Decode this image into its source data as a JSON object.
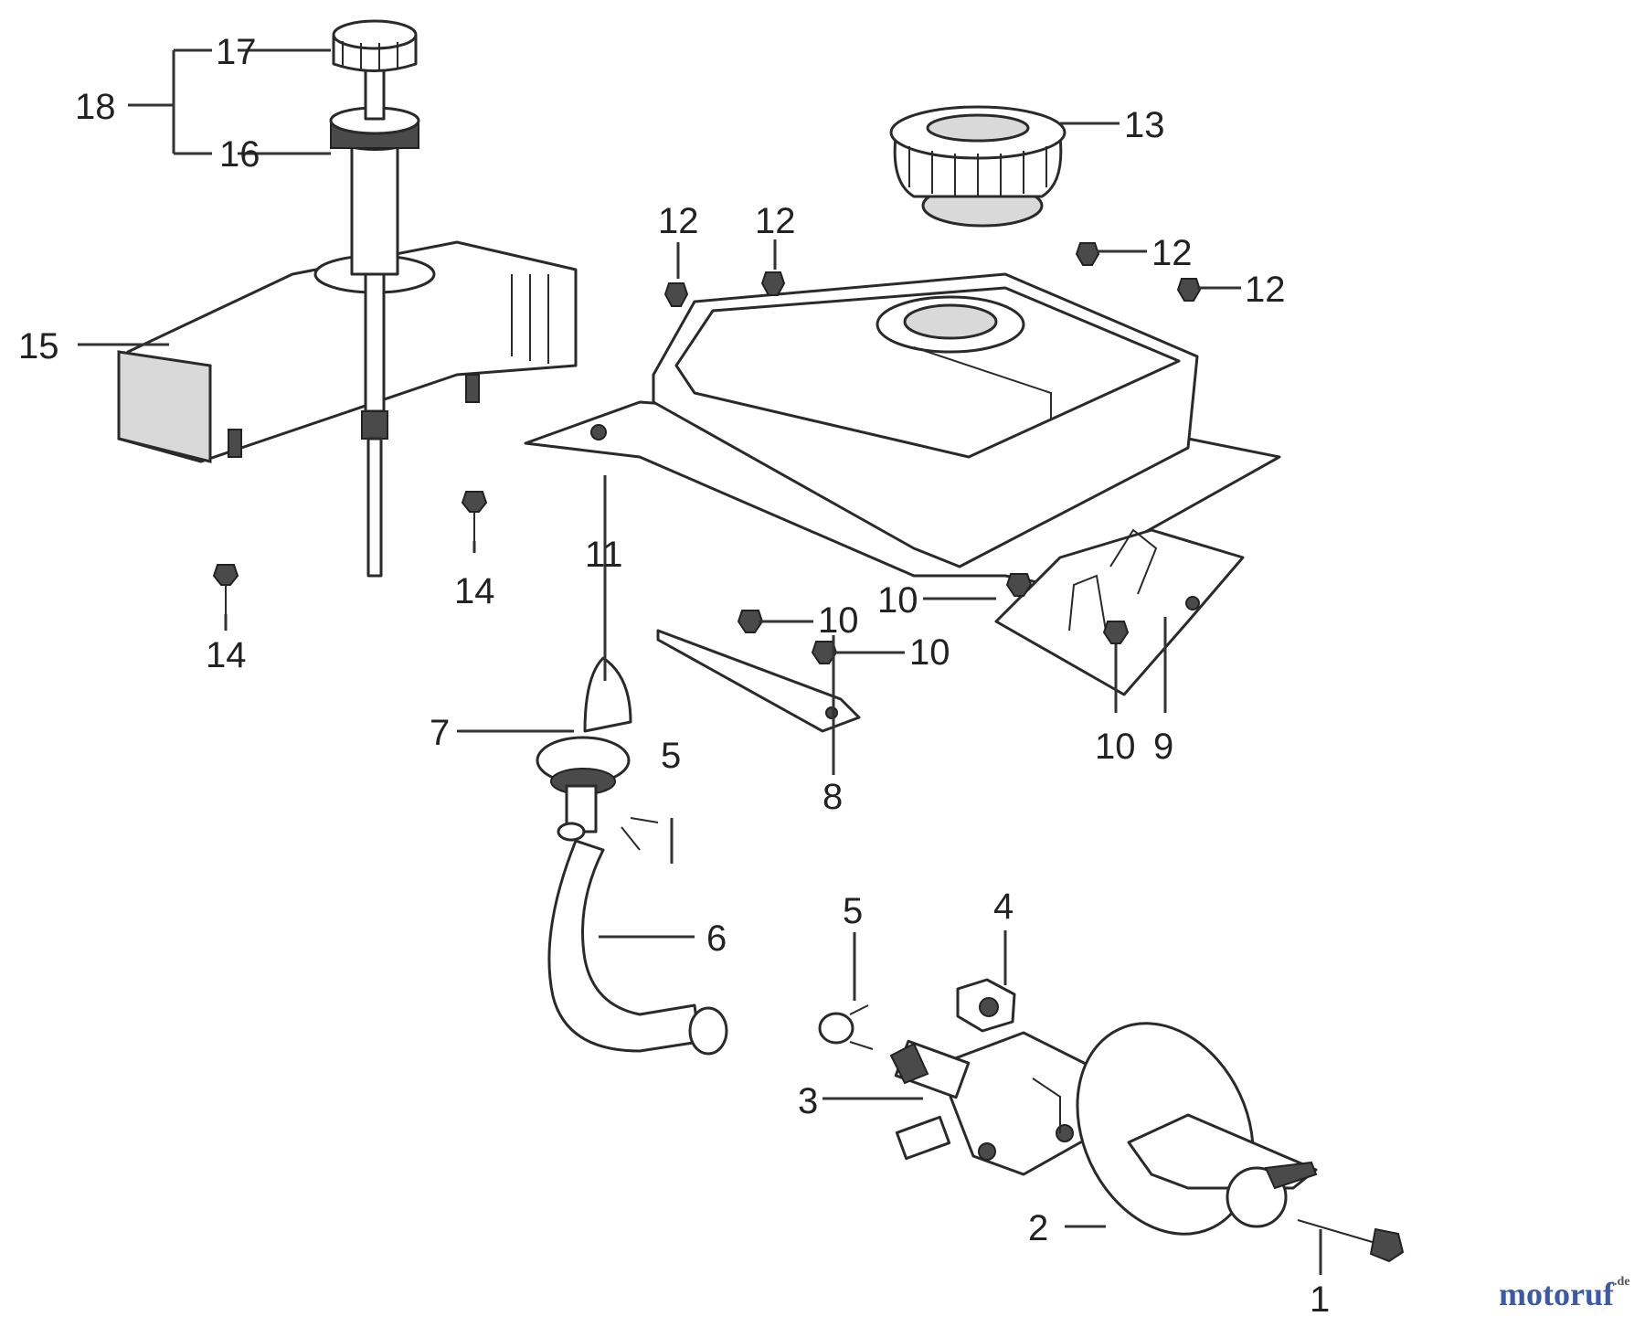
{
  "callouts": {
    "c1": "1",
    "c2": "2",
    "c3": "3",
    "c4": "4",
    "c5a": "5",
    "c5b": "5",
    "c6": "6",
    "c7": "7",
    "c8": "8",
    "c9": "9",
    "c10a": "10",
    "c10b": "10",
    "c10c": "10",
    "c10d": "10",
    "c11": "11",
    "c12a": "12",
    "c12b": "12",
    "c12c": "12",
    "c12d": "12",
    "c13": "13",
    "c14a": "14",
    "c14b": "14",
    "c15": "15",
    "c16": "16",
    "c17": "17",
    "c18": "18"
  },
  "watermark": {
    "brand": "motoruf",
    "suffix": ".de"
  },
  "colors": {
    "ink": "#222222",
    "brand": "#3b5aa8"
  }
}
